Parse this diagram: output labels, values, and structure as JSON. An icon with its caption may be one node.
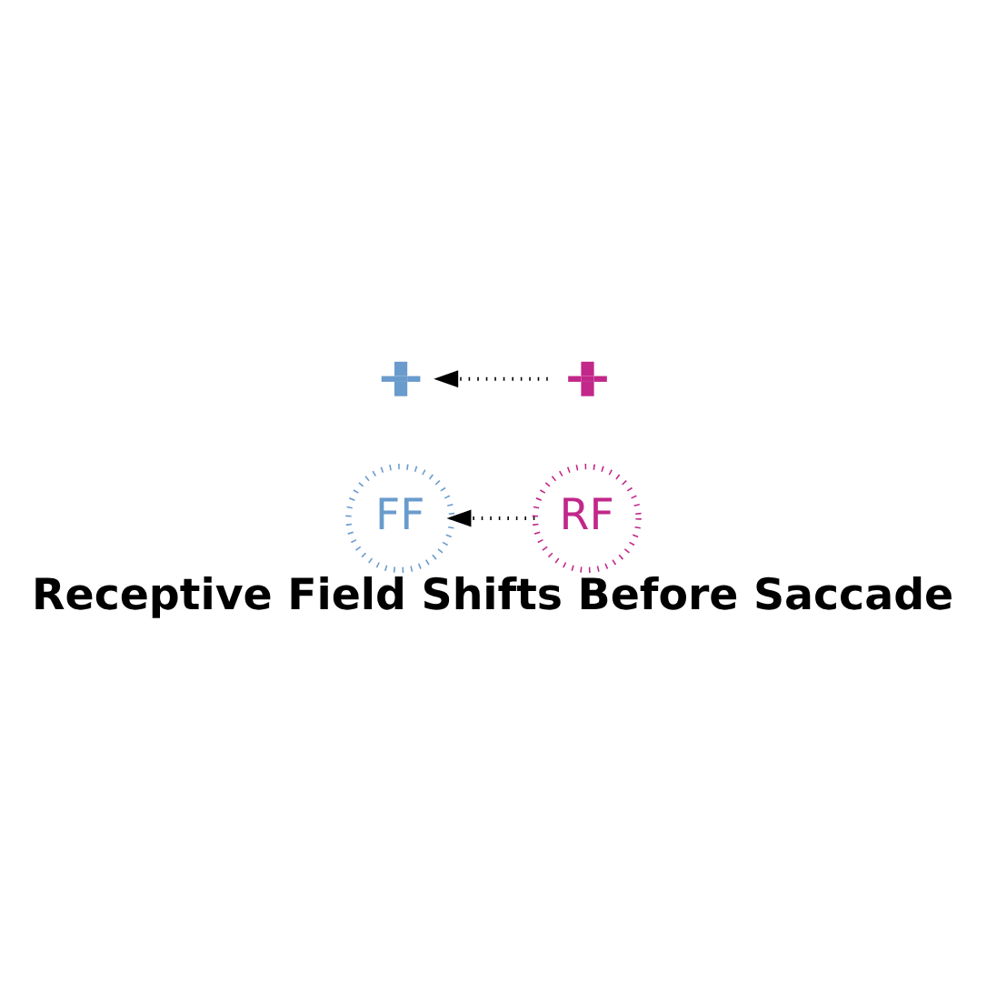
{
  "diagram": {
    "title": "Receptive Field Shifts Before Saccade",
    "nodes": [
      {
        "text": [
          "FF"
        ]
      },
      {
        "text": [
          "RF"
        ]
      },
      {
        "text": [],
        "shape": "plus"
      },
      {
        "text": [],
        "shape": "plus"
      }
    ],
    "edges": [
      {
        "from": 1,
        "to": 0,
        "arrow": "to",
        "style": "dashed"
      },
      {
        "from": 3,
        "to": 2,
        "arrow": "to",
        "style": "dashed"
      }
    ]
  }
}
